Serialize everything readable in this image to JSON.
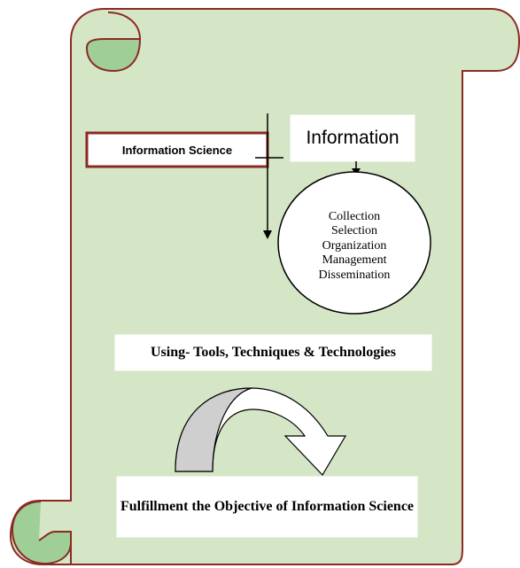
{
  "colors": {
    "scroll_fill": "#d4e6c5",
    "curl_fill": "#9fcf97",
    "outline": "#8b2a24",
    "arrow_shade": "#cfcfcf",
    "box_fill": "#ffffff"
  },
  "diagram": {
    "information_science_label": "Information Science",
    "information_label": "Information",
    "process_steps": [
      "Collection",
      "Selection",
      "Organization",
      "Management",
      "Dissemination"
    ],
    "tools_label": "Using- Tools, Techniques & Technologies",
    "objective_label": "Fulfillment the Objective of Information Science"
  }
}
